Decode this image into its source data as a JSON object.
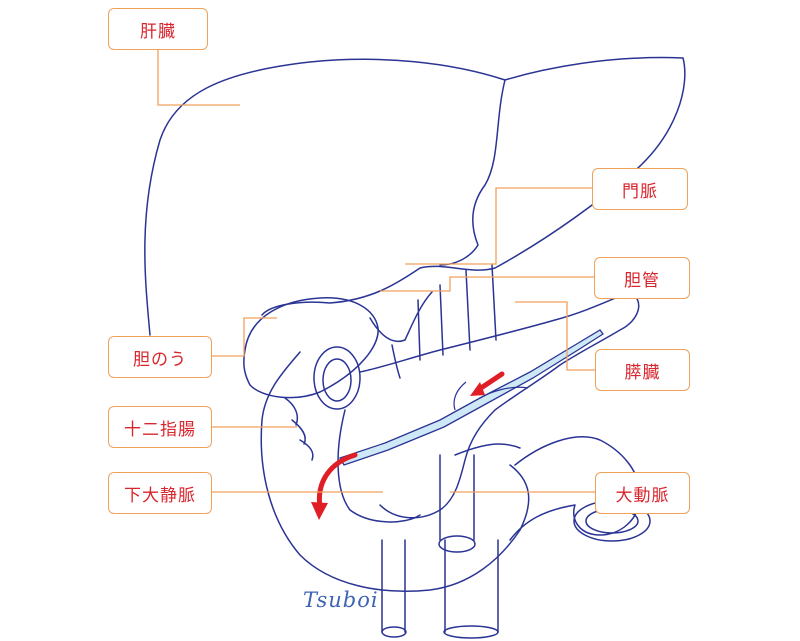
{
  "labels": {
    "liver": "肝臓",
    "portal_vein": "門脈",
    "bile_duct": "胆管",
    "gallbladder": "胆のう",
    "pancreas": "膵臓",
    "duodenum": "十二指腸",
    "ivc": "下大静脈",
    "aorta": "大動脈"
  },
  "signature": "Tsuboi",
  "colors": {
    "outline": "#2a3494",
    "label_border": "#f0a15a",
    "label_text": "#d8262e",
    "duct_fill": "#cfe8f6",
    "arrow": "#e01e25",
    "signature": "#3f63b4"
  }
}
